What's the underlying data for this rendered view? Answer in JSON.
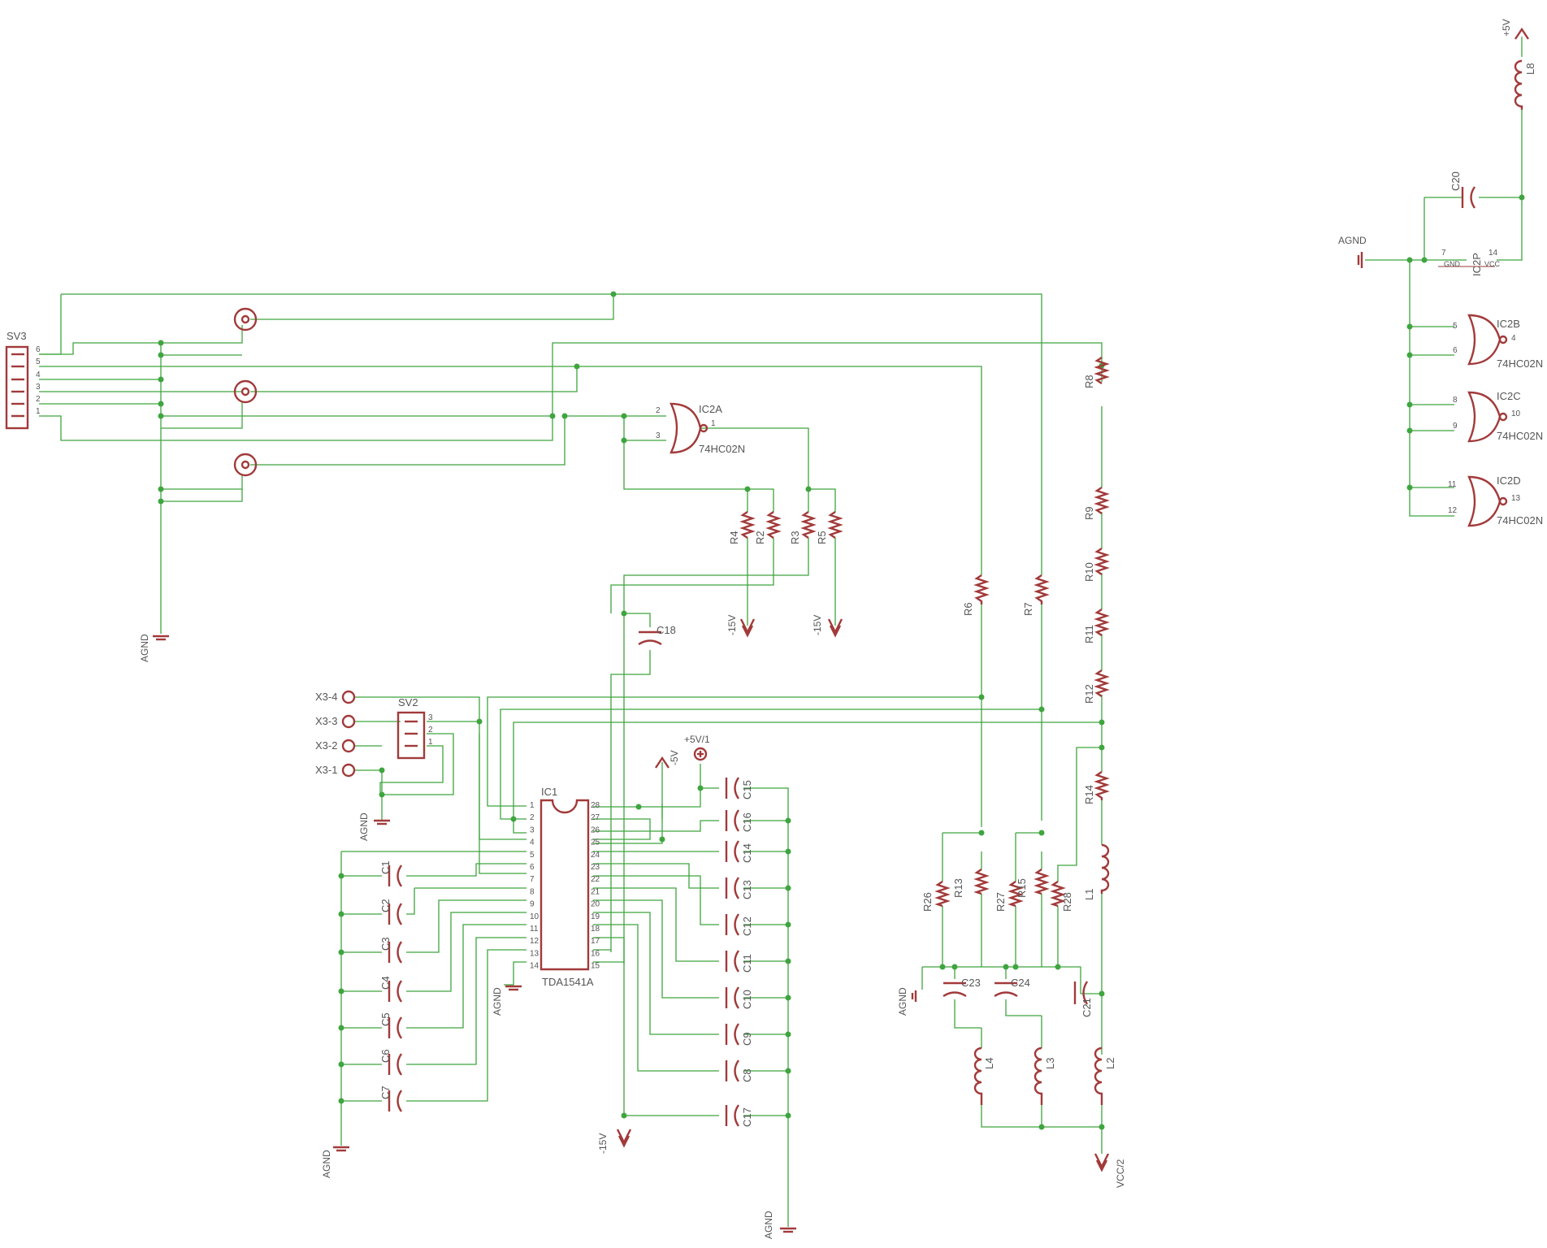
{
  "connectors": {
    "sv3": {
      "name": "SV3",
      "pins": [
        "6",
        "5",
        "4",
        "3",
        "2",
        "1"
      ]
    },
    "sv2": {
      "name": "SV2",
      "pins": [
        "3",
        "2",
        "1"
      ]
    },
    "x3": [
      "X3-4",
      "X3-3",
      "X3-2",
      "X3-1"
    ]
  },
  "gates": {
    "ic2a": {
      "name": "IC2A",
      "part": "74HC02N",
      "in1": "2",
      "in2": "3",
      "out": "1"
    },
    "ic2b": {
      "name": "IC2B",
      "part": "74HC02N",
      "in1": "5",
      "in2": "6",
      "out": "4"
    },
    "ic2c": {
      "name": "IC2C",
      "part": "74HC02N",
      "in1": "8",
      "in2": "9",
      "out": "10"
    },
    "ic2d": {
      "name": "IC2D",
      "part": "74HC02N",
      "in1": "11",
      "in2": "12",
      "out": "13"
    }
  },
  "ic2p": {
    "name": "IC2P",
    "gnd_pin": "7",
    "gnd_label": "GND",
    "vcc_pin": "14",
    "vcc_label": "VCC"
  },
  "ic1": {
    "name": "IC1",
    "part": "TDA1541A",
    "left_pins": [
      "1",
      "2",
      "3",
      "4",
      "5",
      "6",
      "7",
      "8",
      "9",
      "10",
      "11",
      "12",
      "13",
      "14"
    ],
    "right_pins": [
      "28",
      "27",
      "26",
      "25",
      "24",
      "23",
      "22",
      "21",
      "20",
      "19",
      "18",
      "17",
      "16",
      "15"
    ]
  },
  "capacitors": {
    "left": [
      "C1",
      "C2",
      "C3",
      "C4",
      "C5",
      "C6",
      "C7"
    ],
    "right": [
      "C15",
      "C16",
      "C14",
      "C13",
      "C12",
      "C11",
      "C10",
      "C9",
      "C8",
      "C17"
    ],
    "c18": "C18",
    "c20": "C20",
    "c21": "C21",
    "c23": "C23",
    "c24": "C24"
  },
  "resistors": {
    "r4": "R4",
    "r2": "R2",
    "r3": "R3",
    "r5": "R5",
    "r6": "R6",
    "r7": "R7",
    "r8": "R8",
    "r9": "R9",
    "r10": "R10",
    "r11": "R11",
    "r12": "R12",
    "r14": "R14",
    "r26": "R26",
    "r13": "R13",
    "r27": "R27",
    "r15": "R15",
    "r28": "R28"
  },
  "inductors": {
    "l8": "L8",
    "l1": "L1",
    "l4": "L4",
    "l3": "L3",
    "l2": "L2"
  },
  "power": {
    "agnd": "AGND",
    "m15v": "-15V",
    "m5v": "-5V",
    "p5v1": "+5V/1",
    "p5v": "+5V",
    "vcc2": "VCC/2"
  }
}
